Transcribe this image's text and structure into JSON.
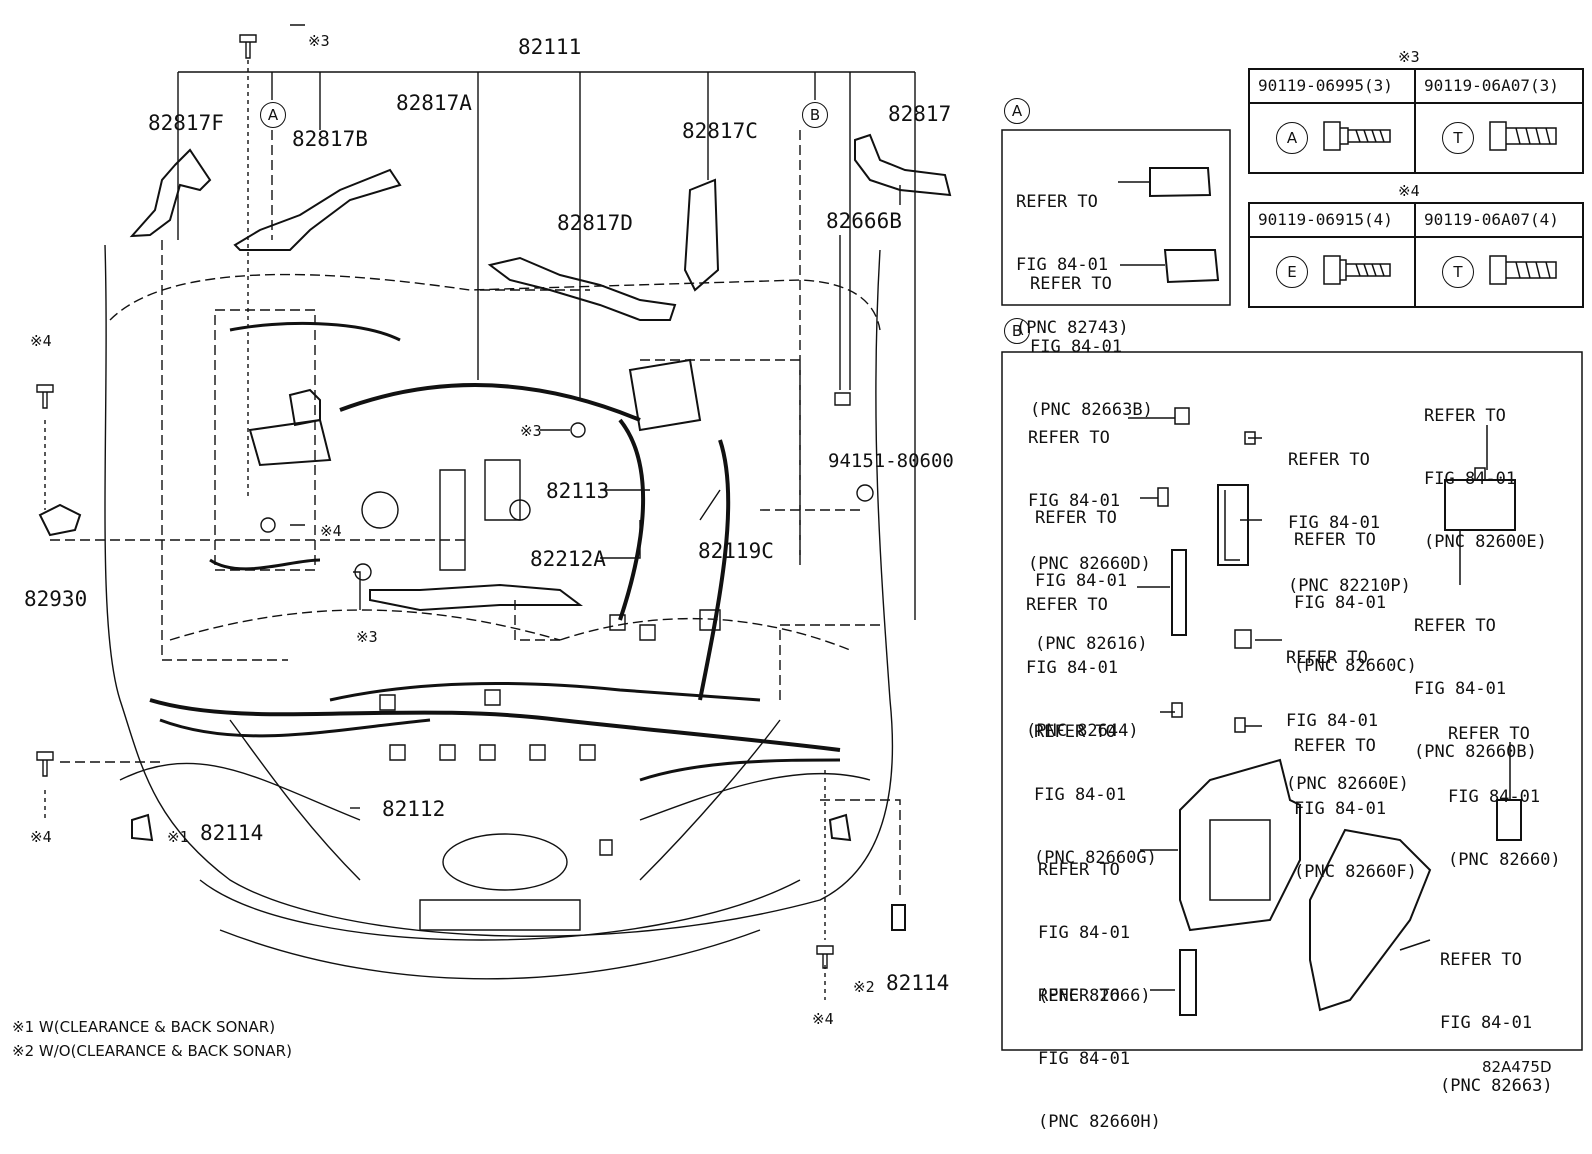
{
  "parts": {
    "p82111": "82111",
    "p82817F": "82817F",
    "p82817B": "82817B",
    "p82817A": "82817A",
    "p82817C": "82817C",
    "p82817D": "82817D",
    "p82817": "82817",
    "p82666B": "82666B",
    "p94151": "94151-80600",
    "p82113": "82113",
    "p82212A": "82212A",
    "p82119C": "82119C",
    "p82930": "82930",
    "p82112": "82112",
    "p82114a": "82114",
    "p82114b": "82114"
  },
  "marks": {
    "m3_top": "※3",
    "m4_left": "※4",
    "m4_mid": "※4",
    "m3_mid": "※3",
    "m3_center": "※3",
    "m4_lower": "※4",
    "m1": "※1",
    "m2": "※2",
    "m4_bottom": "※4",
    "circA": "A",
    "circB": "B",
    "circA2": "A",
    "circB2": "B"
  },
  "notes": {
    "note1": "※1 W(CLEARANCE & BACK SONAR)",
    "note2": "※2 W/O(CLEARANCE & BACK SONAR)",
    "fig_code": "82A475D"
  },
  "bolt_table": {
    "group3_mark": "※3",
    "group4_mark": "※4",
    "b1": "90119-06995(3)",
    "b2": "90119-06A07(3)",
    "b3": "90119-06915(4)",
    "b4": "90119-06A07(4)",
    "b1_icon": "A",
    "b2_icon": "T",
    "b3_icon": "E",
    "b4_icon": "T"
  },
  "box_a": {
    "r1_l1": "REFER TO",
    "r1_l2": "FIG 84-01",
    "r1_l3": "(PNC 82743)",
    "r2_l1": "REFER TO",
    "r2_l2": "FIG 84-01",
    "r2_l3": "(PNC 82663B)"
  },
  "box_b": {
    "r1_l1": "REFER TO",
    "r1_l2": "FIG 84-01",
    "r1_l3": "(PNC 82660D)",
    "r2_l1": "REFER TO",
    "r2_l2": "FIG 84-01",
    "r2_l3": "(PNC 82210P)",
    "r3_l1": "REFER TO",
    "r3_l2": "FIG 84-01",
    "r3_l3": "(PNC 82600E)",
    "r4_l1": "REFER TO",
    "r4_l2": "FIG 84-01",
    "r4_l3": "(PNC 82616)",
    "r5_l1": "REFER TO",
    "r5_l2": "FIG 84-01",
    "r5_l3": "(PNC 82660C)",
    "r6_l1": "REFER TO",
    "r6_l2": "FIG 84-01",
    "r6_l3": "(PNC 82644)",
    "r7_l1": "REFER TO",
    "r7_l2": "FIG 84-01",
    "r7_l3": "(PNC 82660B)",
    "r8_l1": "REFER TO",
    "r8_l2": "FIG 84-01",
    "r8_l3": "(PNC 82660E)",
    "r9_l1": "REFER TO",
    "r9_l2": "FIG 84-01",
    "r9_l3": "(PNC 82660G)",
    "r10_l1": "REFER TO",
    "r10_l2": "FIG 84-01",
    "r10_l3": "(PNC 82660F)",
    "r11_l1": "REFER TO",
    "r11_l2": "FIG 84-01",
    "r11_l3": "(PNC 82660)",
    "r12_l1": "REFER TO",
    "r12_l2": "FIG 84-01",
    "r12_l3": "(PNC 82666)",
    "r13_l1": "REFER TO",
    "r13_l2": "FIG 84-01",
    "r13_l3": "(PNC 82663)",
    "r14_l1": "REFER TO",
    "r14_l2": "FIG 84-01",
    "r14_l3": "(PNC 82660H)"
  }
}
